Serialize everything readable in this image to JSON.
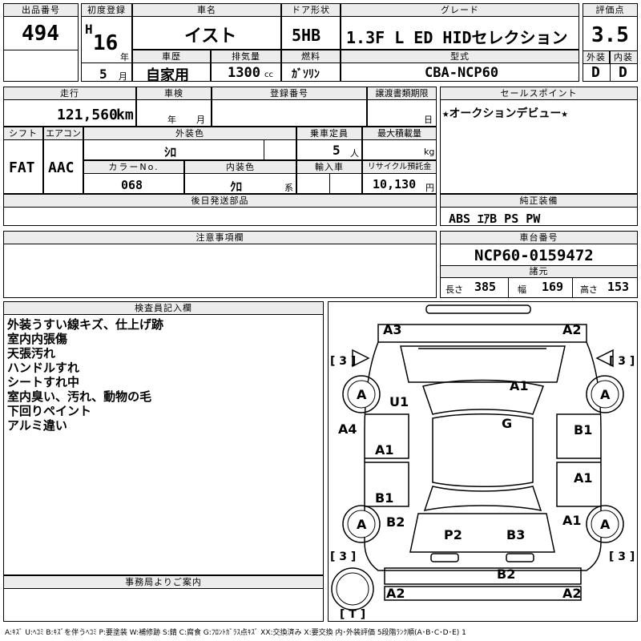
{
  "header": {
    "lot_label": "出品番号",
    "lot": "494",
    "reg_label": "初度登録",
    "era": "H",
    "year": "16",
    "year_unit": "年",
    "month": "5",
    "month_unit": "月",
    "name_label": "車名",
    "name": "イスト",
    "door_label": "ドア形状",
    "door": "5HB",
    "grade_label": "グレード",
    "grade": "1.3F L ED HIDセレクション",
    "score_label": "評価点",
    "score": "3.5",
    "history_label": "車歴",
    "history": "自家用",
    "disp_label": "排気量",
    "disp": "1300",
    "disp_unit": "cc",
    "fuel_label": "燃料",
    "fuel": "ｶﾞｿﾘﾝ",
    "model_label": "型式",
    "model": "CBA-NCP60",
    "ext_label": "外装",
    "ext": "D",
    "int_label": "内装",
    "int": "D"
  },
  "row2": {
    "mileage_label": "走行",
    "mileage": "121,560",
    "mileage_unit": "km",
    "inspect_label": "車検",
    "year_unit": "年",
    "month_unit": "月",
    "regno_label": "登録番号",
    "transfer_label": "譲渡書類期限",
    "day_unit": "日",
    "sales_label": "セールスポイント",
    "sales": "★オークションデビュー★"
  },
  "row3": {
    "shift_label": "シフト",
    "shift": "FAT",
    "ac_label": "エアコン",
    "ac": "AAC",
    "color_label": "外装色",
    "color": "ｼﾛ",
    "cap_label": "乗車定員",
    "cap": "5",
    "cap_unit": "人",
    "load_label": "最大積載量",
    "load_unit": "kg",
    "colorno_label": "カラーNo.",
    "colorno": "068",
    "intcolor_label": "内装色",
    "intcolor": "ｸﾛ",
    "intcolor_unit": "系",
    "import_label": "輸入車",
    "recycle_label": "リサイクル預託金",
    "recycle": "10,130",
    "recycle_unit": "円"
  },
  "parts": {
    "later_label": "後日発送部品",
    "genuine_label": "純正装備",
    "genuine": "ABS ｴｱB PS PW",
    "notes_label": "注意事項欄",
    "chassis_label": "車台番号",
    "chassis": "NCP60-0159472",
    "spec_label": "諸元",
    "len_label": "長さ",
    "len": "385",
    "wid_label": "幅",
    "wid": "169",
    "hgt_label": "高さ",
    "hgt": "153"
  },
  "inspector": {
    "label": "検査員記入欄",
    "lines": [
      "外装うすい線キズ、仕上げ跡",
      "室内内張傷",
      "天張汚れ",
      "ハンドルすれ",
      "シートすれ中",
      "室内臭い、汚れ、動物の毛",
      "下回りペイント",
      "アルミ違い"
    ]
  },
  "office": {
    "label": "事務局よりご案内"
  },
  "diagram": {
    "marks": {
      "a3": "A3",
      "a2_top": "A2",
      "u1": "U1",
      "a1_roof": "A1",
      "g": "G",
      "a4": "A4",
      "a1_left": "A1",
      "b1_left": "B1",
      "b2_left": "B2",
      "b1_right": "B1",
      "a1_right1": "A1",
      "a1_right2": "A1",
      "p2": "P2",
      "b3": "B3",
      "b2_rear": "B2",
      "a2_bl": "A2",
      "a2_br": "A2",
      "tire_fl": "A",
      "tire_fr": "A",
      "tire_rl": "A",
      "tire_rr": "A",
      "tread_fl": "[ 3 ]",
      "tread_fr": "[ 3 ]",
      "tread_rl": "[ 3 ]",
      "tread_rr": "[ 3 ]",
      "spare": "[ T ]"
    }
  },
  "legend": "A:ｷｽﾞ U:ﾍｺﾐ B:ｷｽﾞを伴うﾍｺﾐ P:要塗装 W:補修跡 S:錆 C:腐食 G:ﾌﾛﾝﾄｶﾞﾗｽ点ｷｽﾞ XX:交換済み X:要交換 内･外装評価 5段階ﾗﾝｸ順(A･B･C･D･E) 1"
}
